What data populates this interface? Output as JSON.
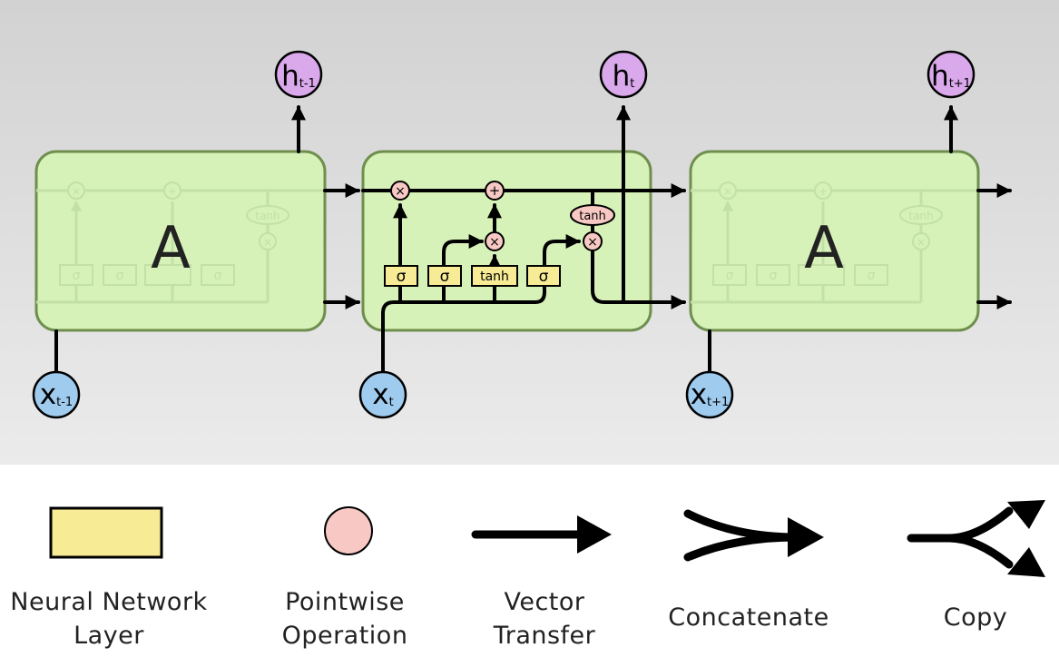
{
  "diagram": {
    "cells": [
      {
        "label": "A",
        "input": {
          "base": "x",
          "sub": "t-1"
        },
        "output": {
          "base": "h",
          "sub": "t-1"
        }
      },
      {
        "label": "",
        "input": {
          "base": "x",
          "sub": "t"
        },
        "output": {
          "base": "h",
          "sub": "t"
        }
      },
      {
        "label": "A",
        "input": {
          "base": "x",
          "sub": "t+1"
        },
        "output": {
          "base": "h",
          "sub": "t+1"
        }
      }
    ],
    "ghost_labels": {
      "sigma": "σ",
      "tanh": "tanh",
      "times": "×",
      "plus": "+"
    },
    "center_cell": {
      "layers": [
        "σ",
        "σ",
        "tanh",
        "σ"
      ],
      "ops": {
        "times": "×",
        "plus": "+"
      },
      "tanh_op": "tanh"
    }
  },
  "legend": [
    {
      "icon": "neural-network-layer-icon",
      "line1": "Neural Network",
      "line2": "Layer"
    },
    {
      "icon": "pointwise-operation-icon",
      "line1": "Pointwise",
      "line2": "Operation"
    },
    {
      "icon": "vector-transfer-icon",
      "line1": "Vector",
      "line2": "Transfer"
    },
    {
      "icon": "concatenate-icon",
      "line1": "Concatenate",
      "line2": ""
    },
    {
      "icon": "copy-icon",
      "line1": "Copy",
      "line2": ""
    }
  ],
  "colors": {
    "cell_fill": "#d7f2b8",
    "cell_stroke": "#6f8f4e",
    "layer_fill": "#f7eb95",
    "op_fill": "#f8c9c4",
    "input_fill": "#9fcbee",
    "output_fill": "#d9a9ec",
    "background_top": "#d2d2d2",
    "background_bottom": "#ebebeb"
  }
}
